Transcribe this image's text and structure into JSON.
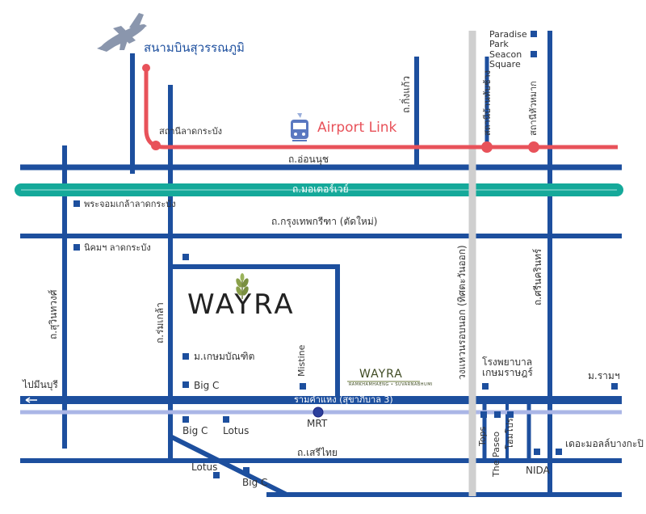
{
  "colors": {
    "road": "#1d4f9e",
    "rail": "#e8525a",
    "motorway": "#15a99a",
    "outer_ring": "#cfcfcf",
    "mrt": "#aab6e6",
    "marker": "#1d4f9e"
  },
  "airport": {
    "icon": "airplane-icon",
    "name": "สนามบินสุวรรณภูมิ"
  },
  "airport_link": {
    "icon": "train-icon",
    "label": "Airport Link"
  },
  "roads": {
    "on_nut": "ถ.อ่อนนุช",
    "motorway": "ถ.มอเตอร์เวย์",
    "krungthep_kreetha": "ถ.กรุงเทพกรีฑา (ตัดใหม่)",
    "ramkhamhaeng": "รามคำแหง (สุขาภิบาล 3)",
    "seri_thai": "ถ.เสรีไทย",
    "kingkaew": "ถ.กิ่งแก้ว",
    "romklao": "ถ.ร่มเกล้า",
    "suwinthawong": "ถ.สุวินทวงศ์",
    "outer_ring": "วงแหวนรอบนอก (ทิศตะวันออก)",
    "srinakarin": "ถ.ศรีนครินทร์"
  },
  "stations": {
    "lat_krabang": "สถานีลาดกระบัง",
    "ban_thap_chang": "สถานีบ้านทับช้าง",
    "hua_mak": "สถานีหัวหมาก"
  },
  "directions": {
    "minburi": "ไปมีนบุรี"
  },
  "landmarks": {
    "paradise_park": "Paradise\nPark",
    "seacon_square": "Seacon\nSquare",
    "king_monument": "พระจอมเกล้าลาดกระบัง",
    "industrial_estate": "นิคมฯ ลาดกระบัง",
    "kasem_bundit": "ม.เกษมบัณฑิต",
    "big_c_1": "Big C",
    "big_c_2": "Big C",
    "big_c_3": "Big C",
    "lotus_1": "Lotus",
    "lotus_2": "Lotus",
    "mistine": "Mistine",
    "mrt": "MRT",
    "hospital": "โรงพยาบาล\nเกษมราษฎร์",
    "ramkhamhaeng_univ": "ม.รามฯ",
    "tops": "Tops",
    "the_paseo": "The Paseo",
    "hao_pro": "โฮมโปร",
    "nida": "NIDA",
    "the_mall": "เดอะมอลล์บางกะปิ"
  },
  "project": {
    "logo_text": "WAYRA",
    "small_logo_text": "WAYRA",
    "small_tagline": "RAMKHAMHAENG • SUVARNABHUMI"
  }
}
